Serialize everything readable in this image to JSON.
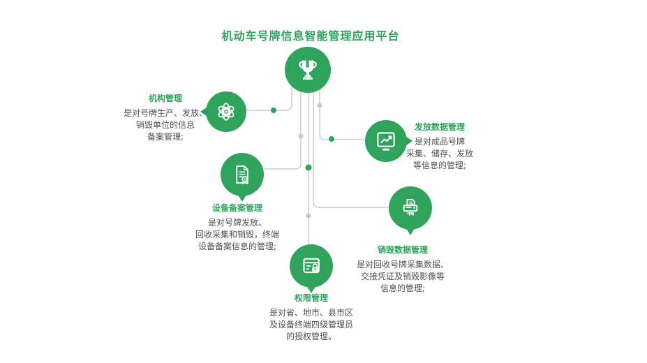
{
  "page_title": "机动车号牌信息智能管理应用平台",
  "colors": {
    "accent_green": "#2fa25c",
    "body_text": "#514f4f",
    "connector_gray": "#cdcdcd"
  },
  "nodes": {
    "platform": {
      "icon": "trophy-icon"
    },
    "org": {
      "icon": "atom-icon",
      "title": "机构管理",
      "desc": [
        "是对号牌生产、发放、",
        "销毁单位的信息",
        "备案管理;"
      ]
    },
    "issuance": {
      "icon": "chart-icon",
      "title": "发放数据管理",
      "desc": [
        "是对成品号牌",
        "采集、储存、发放",
        "等信息的管理;"
      ]
    },
    "device": {
      "icon": "certificate-icon",
      "title": "设备备案管理",
      "desc": [
        "是对号牌发放、",
        "回收采集和销毁，终端",
        "设备备案信息的管理;"
      ]
    },
    "destroy": {
      "icon": "shredder-icon",
      "title": "销毁数据管理",
      "desc": [
        "是对回收号牌采集数据、",
        "交接凭证及销毁影像等",
        "信息的管理;"
      ]
    },
    "permission": {
      "icon": "browser-lock-icon",
      "title": "权限管理",
      "desc": [
        "是对省、地市、县市区",
        "及设备终端四级管理员",
        "的授权管理。"
      ]
    }
  }
}
